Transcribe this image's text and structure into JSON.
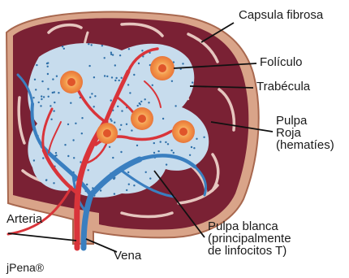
{
  "labels": {
    "capsula": "Capsula fibrosa",
    "foliculo": "Folículo",
    "trabecula": "Trabécula",
    "pulpa_roja": [
      "Pulpa",
      "Roja",
      "(hematíes)"
    ],
    "arteria": "Arteria",
    "vena": "Vena",
    "pulpa_blanca": [
      "Pulpa blanca",
      "(principalmente",
      "de linfocitos T)"
    ]
  },
  "credit": "jPena®",
  "colors": {
    "capsule": "#d9a489",
    "capsule_edge": "#a8684f",
    "red_pulp": "#7a2134",
    "trabecula": "#f2d8cf",
    "white_pulp": "#c7dced",
    "artery": "#d9343a",
    "vein": "#3a7fc0",
    "follicle": "#f08a3c",
    "leader": "#111111"
  }
}
